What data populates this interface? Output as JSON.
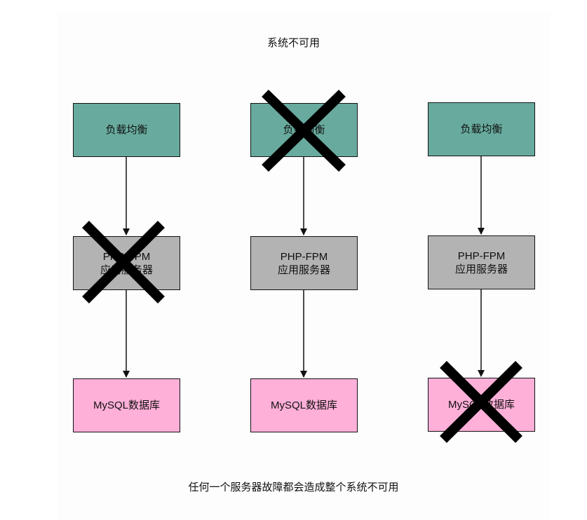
{
  "title": "系统不可用",
  "caption": "任何一个服务器故障都会造成整个系统不可用",
  "colors": {
    "load_balancer": "#68ab9e",
    "app_server": "#b3b3b3",
    "database": "#ffb0d9",
    "cross": "#000000"
  },
  "columns": [
    {
      "load_balancer": "负载均衡",
      "app_server": {
        "line1": "PHP-FPM",
        "line2": "应用服务器"
      },
      "database": "MySQL数据库",
      "failed": "app_server"
    },
    {
      "load_balancer": "负载均衡",
      "app_server": {
        "line1": "PHP-FPM",
        "line2": "应用服务器"
      },
      "database": "MySQL数据库",
      "failed": "load_balancer"
    },
    {
      "load_balancer": "负载均衡",
      "app_server": {
        "line1": "PHP-FPM",
        "line2": "应用服务器"
      },
      "database": "MySQL数据库",
      "failed": "database"
    }
  ]
}
